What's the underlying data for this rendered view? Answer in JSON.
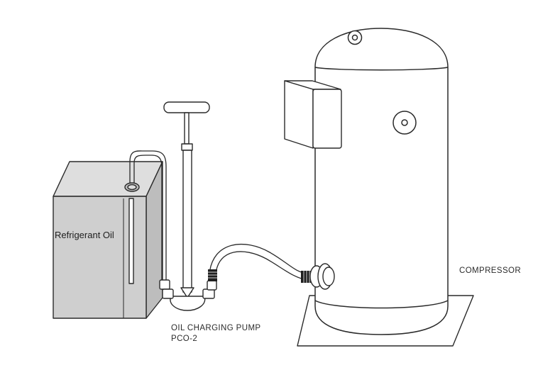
{
  "labels": {
    "oil_container": "Refrigerant Oil",
    "compressor": "COMPRESSOR",
    "pump_line1": "OIL CHARGING PUMP",
    "pump_line2": "PCO-2"
  },
  "colors": {
    "stroke": "#2a2a2a",
    "container_front": "#cfcfcf",
    "container_side": "#bdbdbd",
    "container_top": "#dedede",
    "background": "#ffffff"
  }
}
